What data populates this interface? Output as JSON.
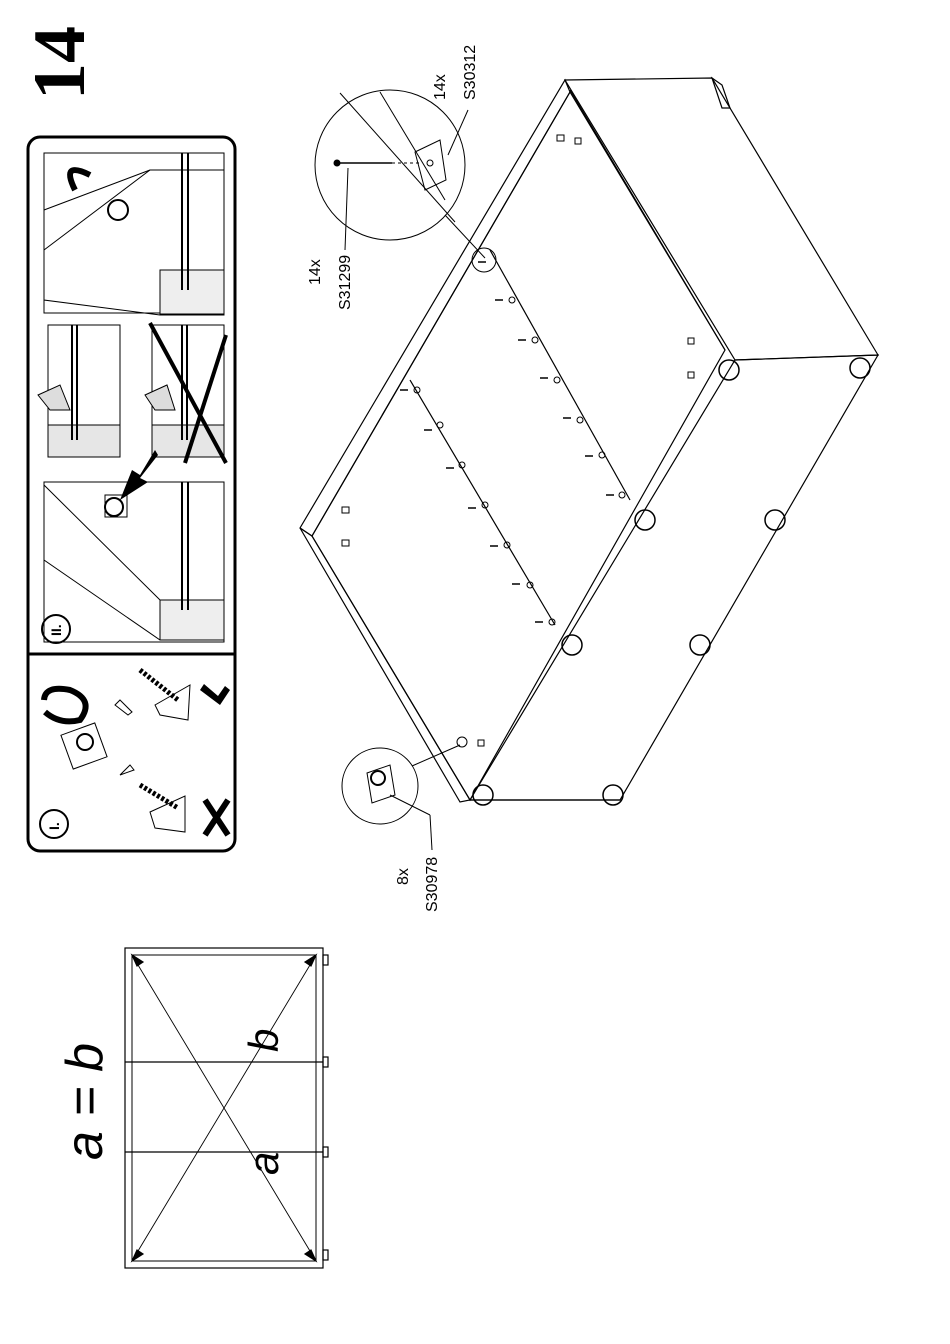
{
  "step_number": "14",
  "equation": "a = b",
  "diagonal_labels": {
    "a": "a",
    "b": "b"
  },
  "panels": {
    "first": "I.",
    "second": "II."
  },
  "parts": [
    {
      "count": "14x",
      "code": "S30312"
    },
    {
      "count": "14x",
      "code": "S31299"
    },
    {
      "count": "8x",
      "code": "S30978"
    }
  ]
}
